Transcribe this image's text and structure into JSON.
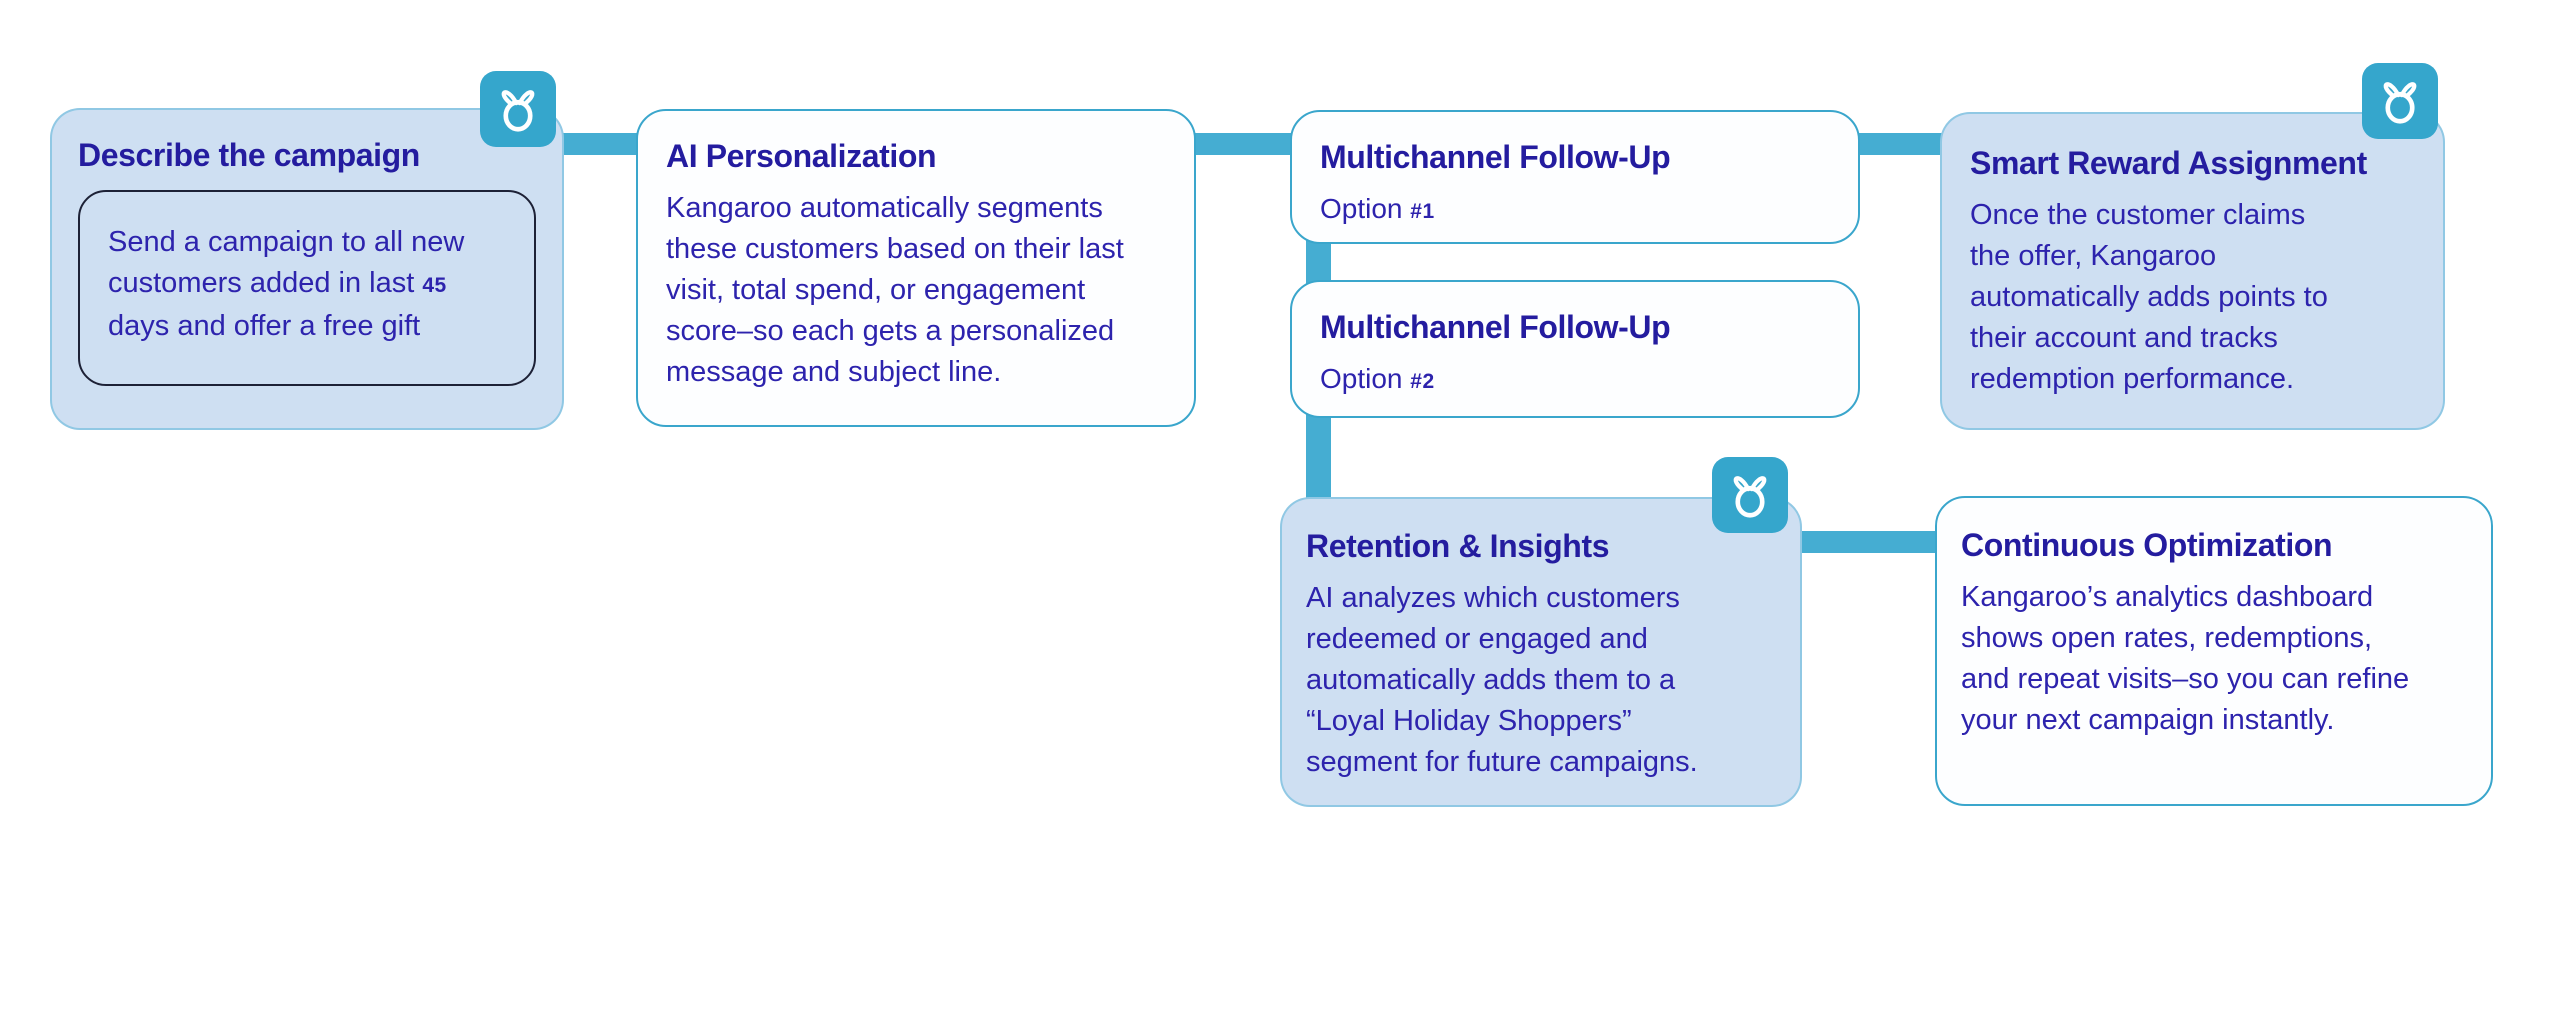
{
  "colors": {
    "connector": "#45ADD2",
    "badge": "#35A6CC",
    "blue_card_bg": "#CEDFF2",
    "white_card_bg": "#FDFEFF",
    "card_border": "#3AA6CC",
    "title_text": "#241C9F",
    "body_text": "#2D23AD",
    "note_border": "#1D2136"
  },
  "icons": {
    "badge_logo": "kangaroo-gift-logo"
  },
  "cards": {
    "describe_campaign": {
      "title": "Describe the campaign",
      "note": {
        "line1": "Send a campaign to all new",
        "line2_prefix": "customers added in last ",
        "line2_value": "45",
        "line3": "days and offer a free gift"
      }
    },
    "ai_personalization": {
      "title": "AI Personalization",
      "body": [
        "Kangaroo automatically segments",
        "these customers based on their last",
        "visit, total spend, or engagement",
        "score–so each gets a personalized",
        "message and subject line."
      ]
    },
    "multichannel_option1": {
      "title": "Multichannel Follow-Up",
      "option_prefix": "Option ",
      "option_number": "#1"
    },
    "multichannel_option2": {
      "title": "Multichannel Follow-Up",
      "option_prefix": "Option ",
      "option_number": "#2"
    },
    "smart_reward": {
      "title": "Smart Reward Assignment",
      "body": [
        "Once the customer claims",
        "the offer, Kangaroo",
        "automatically adds points to",
        "their account and tracks",
        "redemption performance."
      ]
    },
    "retention_insights": {
      "title": "Retention & Insights",
      "body": [
        "AI analyzes which customers",
        "redeemed or engaged and",
        "automatically adds them to a",
        "“Loyal Holiday Shoppers”",
        "segment for future campaigns."
      ]
    },
    "continuous_optimization": {
      "title": "Continuous Optimization",
      "body": [
        "Kangaroo’s analytics dashboard",
        "shows open rates, redemptions,",
        "and repeat visits–so you can refine",
        "your next campaign instantly."
      ]
    }
  }
}
